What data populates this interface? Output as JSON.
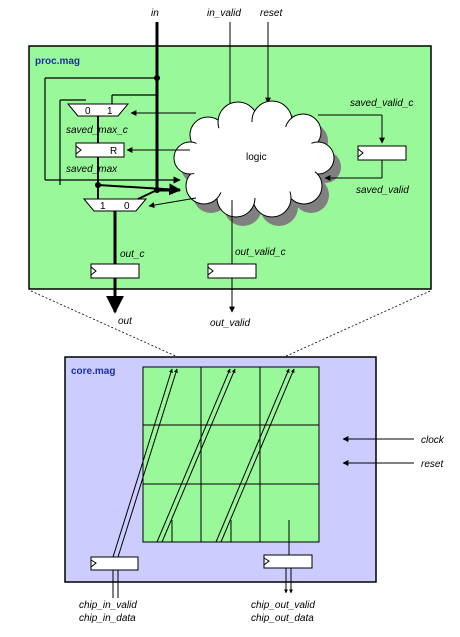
{
  "proc": {
    "title": "proc.mag",
    "fill": "#99f899",
    "inputs": {
      "in": "in",
      "in_valid": "in_valid",
      "reset": "reset"
    },
    "mux_top": {
      "left": "0",
      "right": "1"
    },
    "mux_bottom": {
      "left": "1",
      "right": "0"
    },
    "saved_max_c": "saved_max_c",
    "reg_r": "R",
    "saved_max": "saved_max",
    "logic": "logic",
    "saved_valid_c": "saved_valid_c",
    "saved_valid": "saved_valid",
    "out_c": "out_c",
    "out_valid_c": "out_valid_c",
    "out": "out",
    "out_valid": "out_valid"
  },
  "core": {
    "title": "core.mag",
    "fill": "#ccccff",
    "grid_fill": "#99f899",
    "clock": "clock",
    "reset": "reset",
    "chip_in_valid": "chip_in_valid",
    "chip_in_data": "chip_in_data",
    "chip_out_valid": "chip_out_valid",
    "chip_out_data": "chip_out_data"
  }
}
